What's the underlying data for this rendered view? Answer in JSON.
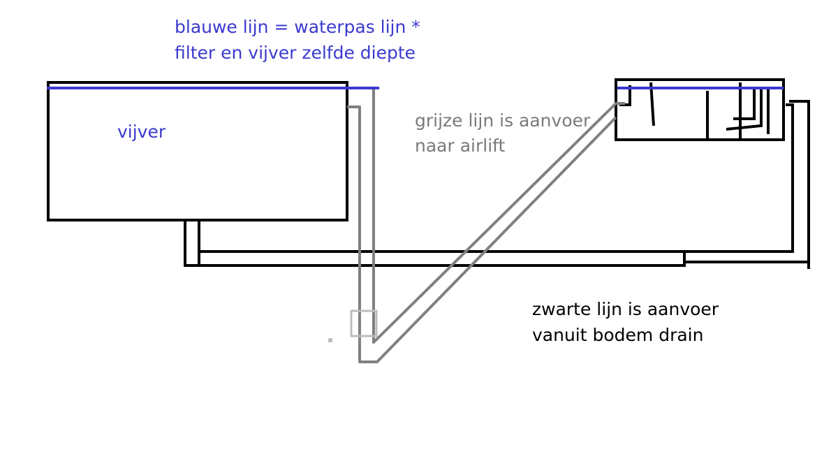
{
  "colors": {
    "blue": "#3a3acf",
    "gray": "#808080",
    "light_gray": "#bdbdbd",
    "black": "#000000"
  },
  "labels": {
    "blue_line_note": [
      "blauwe lijn = waterpas lijn *",
      "filter en vijver zelfde diepte"
    ],
    "pond": "vijver",
    "gray_line_note": [
      "grijze lijn is aanvoer",
      "naar airlift"
    ],
    "black_line_note": [
      "zwarte lijn is aanvoer",
      "vanuit bodem drain"
    ]
  }
}
